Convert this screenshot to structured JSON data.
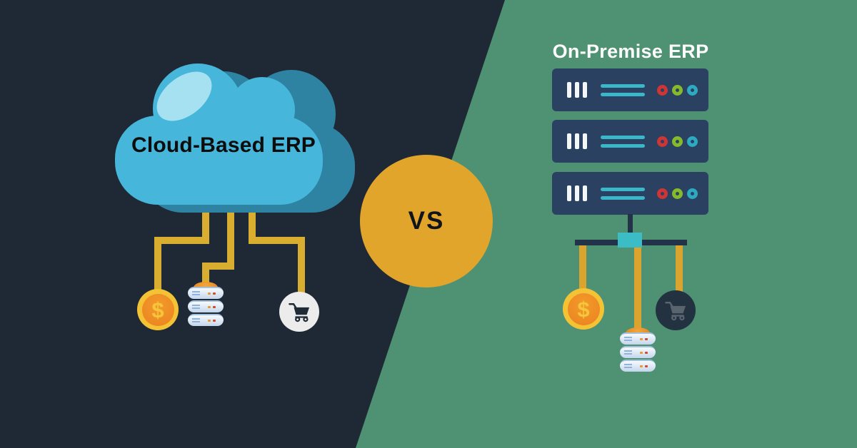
{
  "left_panel": {
    "title": "Cloud-Based ERP",
    "background_color": "#1f2935",
    "cloud_color": "#46b6da",
    "cloud_shadow_color": "#2e83a3",
    "cable_color": "#d9ad2f",
    "icons": [
      {
        "name": "dollar-coin-icon",
        "glyph": "$"
      },
      {
        "name": "database-stack-icon"
      },
      {
        "name": "shopping-cart-icon"
      }
    ]
  },
  "vs_badge": {
    "label": "VS",
    "circle_color": "#e2a52c"
  },
  "right_panel": {
    "title": "On-Premise ERP",
    "background_color": "#4f9173",
    "server_color": "#2b4162",
    "server_count": 3,
    "server_light_colors": [
      "#cf3535",
      "#85bb2b",
      "#2caac2"
    ],
    "hub_color": "#3cbcc4",
    "cable_color": "#dba42f",
    "icons": [
      {
        "name": "dollar-coin-icon",
        "glyph": "$"
      },
      {
        "name": "shopping-cart-icon"
      },
      {
        "name": "database-stack-icon"
      }
    ]
  }
}
